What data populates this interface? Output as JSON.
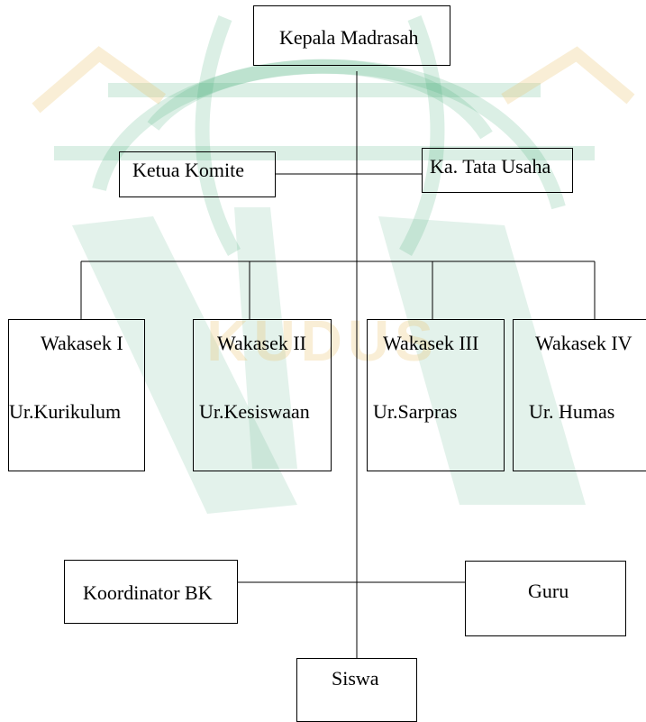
{
  "org_chart": {
    "head": {
      "label": "Kepala Madrasah"
    },
    "committee": {
      "label": "Ketua Komite"
    },
    "admin": {
      "label": "Ka. Tata Usaha"
    },
    "deputies": [
      {
        "title": "Wakasek I",
        "unit": "Ur.Kurikulum"
      },
      {
        "title": "Wakasek II",
        "unit": "Ur.Kesiswaan"
      },
      {
        "title": "Wakasek III",
        "unit": "Ur.Sarpras"
      },
      {
        "title": "Wakasek IV",
        "unit": "Ur. Humas"
      }
    ],
    "counselor": {
      "label": "Koordinator BK"
    },
    "teacher": {
      "label": "Guru"
    },
    "student": {
      "label": "Siswa"
    }
  },
  "watermark": {
    "text": "KUDUS",
    "color_green": "#3aa46e",
    "color_gold": "#e8c36b"
  }
}
